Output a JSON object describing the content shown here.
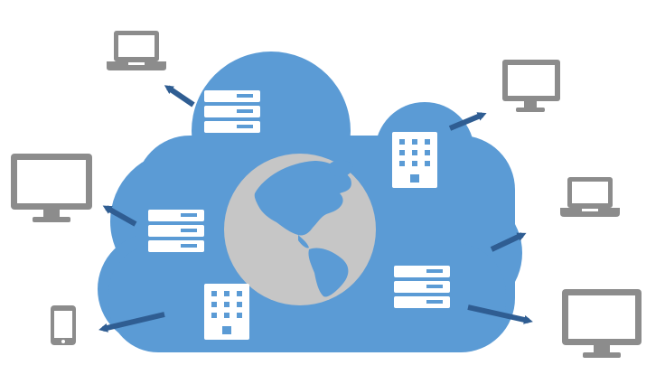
{
  "colors": {
    "cloud": "#5b9bd5",
    "globe": "#c6c6c6",
    "continent": "#5b9bd5",
    "device": "#8c8c8c",
    "arrow": "#2f5d92",
    "server": "#ffffff"
  },
  "icons": {
    "cloud": "cloud-icon",
    "globe": "globe-icon",
    "server_rack": "server-rack-icon",
    "office_building": "office-building-icon",
    "laptop": "laptop-icon",
    "monitor": "monitor-icon",
    "phone": "smartphone-icon",
    "arrow": "arrow-icon"
  },
  "devices": [
    {
      "type": "laptop",
      "name": "laptop-top-left-icon"
    },
    {
      "type": "monitor",
      "name": "monitor-left-icon"
    },
    {
      "type": "phone",
      "name": "smartphone-bottom-left-icon"
    },
    {
      "type": "monitor",
      "name": "monitor-top-right-icon"
    },
    {
      "type": "laptop",
      "name": "laptop-right-icon"
    },
    {
      "type": "monitor",
      "name": "monitor-bottom-right-icon"
    }
  ]
}
